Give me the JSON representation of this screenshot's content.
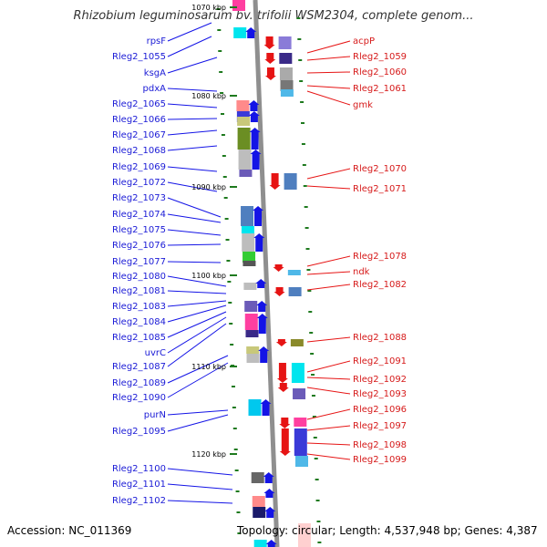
{
  "title": "Rhizobium leguminosarum bv. trifolii WSM2304, complete genom...",
  "footer": {
    "accession": "Accession: NC_011369",
    "topology": "Topology: circular; Length: 4,537,948 bp; Genes: 4,387"
  },
  "colors": {
    "left_label": "#1a1ad6",
    "right_label": "#d61a1a",
    "forward_strand": "#1414e6",
    "reverse_strand": "#e61414",
    "backbone": "#9a9a9a",
    "tick": "#1e7a1e"
  },
  "kbp_marks": [
    "1070 kbp",
    "1080 kbp",
    "1090 kbp",
    "1100 kbp",
    "1110 kbp",
    "1120 kbp"
  ],
  "left_genes": [
    "rpsF",
    "Rleg2_1055",
    "ksgA",
    "pdxA",
    "Rleg2_1065",
    "Rleg2_1066",
    "Rleg2_1067",
    "Rleg2_1068",
    "Rleg2_1069",
    "Rleg2_1072",
    "Rleg2_1073",
    "Rleg2_1074",
    "Rleg2_1075",
    "Rleg2_1076",
    "Rleg2_1077",
    "Rleg2_1080",
    "Rleg2_1081",
    "Rleg2_1083",
    "Rleg2_1084",
    "Rleg2_1085",
    "uvrC",
    "Rleg2_1087",
    "Rleg2_1089",
    "Rleg2_1090",
    "purN",
    "Rleg2_1095",
    "Rleg2_1100",
    "Rleg2_1101",
    "Rleg2_1102"
  ],
  "right_genes": [
    "acpP",
    "Rleg2_1059",
    "Rleg2_1060",
    "Rleg2_1061",
    "gmk",
    "Rleg2_1070",
    "Rleg2_1071",
    "Rleg2_1078",
    "ndk",
    "Rleg2_1082",
    "Rleg2_1088",
    "Rleg2_1091",
    "Rleg2_1092",
    "Rleg2_1093",
    "Rleg2_1096",
    "Rleg2_1097",
    "Rleg2_1098",
    "Rleg2_1099"
  ]
}
